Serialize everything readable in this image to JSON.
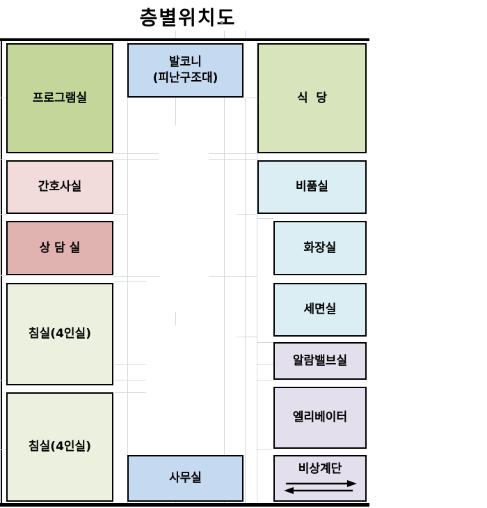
{
  "title": {
    "text": "층별위치도",
    "stray_mark": "."
  },
  "palette": {
    "room_green_dark": "#c4d79b",
    "room_green_mid": "#d8e4bc",
    "room_green_pale": "#ebf1de",
    "room_pink_pale": "#f2dcdb",
    "room_rose": "#e0b2b0",
    "room_blue": "#c5d9f1",
    "room_cyan_pale": "#daeef3",
    "room_lavender": "#e4dfec",
    "border": "#000000",
    "gridline": "#d3d9e1"
  },
  "rooms": {
    "program": {
      "label": "프로그램실"
    },
    "balcony": {
      "label_line1": "발코니",
      "label_line2": "(피난구조대)"
    },
    "dining": {
      "label": "식  당"
    },
    "nurse": {
      "label": "간호사실"
    },
    "supplies": {
      "label": "비품실"
    },
    "counseling": {
      "label": "상 담 실"
    },
    "restroom": {
      "label": "화장실"
    },
    "bedroom1": {
      "label": "침실(4인실)"
    },
    "washroom": {
      "label": "세면실"
    },
    "alarm_valve": {
      "label": "알람밸브실"
    },
    "bedroom2": {
      "label": "침실(4인실)"
    },
    "elevator": {
      "label": "엘리베이터"
    },
    "office": {
      "label": "사무실"
    },
    "emergency_stairs": {
      "label": "비상계단",
      "arrow_icons": [
        "arrow-right-icon",
        "arrow-left-icon"
      ]
    }
  }
}
